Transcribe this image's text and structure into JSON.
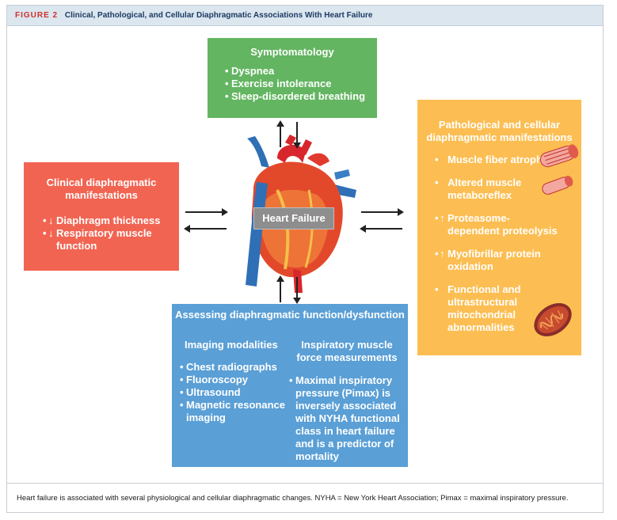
{
  "header": {
    "figure_label": "FIGURE 2",
    "title": "Clinical, Pathological, and Cellular Diaphragmatic Associations With Heart Failure"
  },
  "center": {
    "label": "Heart Failure"
  },
  "symptomatology": {
    "title": "Symptomatology",
    "items": [
      "Dyspnea",
      "Exercise intolerance",
      "Sleep-disordered breathing"
    ]
  },
  "clinical": {
    "title": "Clinical diaphragmatic manifestations",
    "items": [
      {
        "arrow": "↓",
        "text": "Diaphragm thickness"
      },
      {
        "arrow": "↓",
        "text": "Respiratory muscle function"
      }
    ]
  },
  "pathological": {
    "title": "Pathological and cellular diaphragmatic manifestations",
    "items": [
      {
        "arrow": "",
        "text": "Muscle fiber atrophy"
      },
      {
        "arrow": "",
        "text": "Altered muscle metaboreflex"
      },
      {
        "arrow": "↑",
        "text": "Proteasome-dependent proteolysis"
      },
      {
        "arrow": "↑",
        "text": "Myofibrillar protein oxidation"
      },
      {
        "arrow": "",
        "text": "Functional and ultrastructural mitochondrial abnormalities"
      }
    ]
  },
  "assessing": {
    "title": "Assessing diaphragmatic function/dysfunction",
    "imaging": {
      "title": "Imaging modalities",
      "items": [
        "Chest radiographs",
        "Fluoroscopy",
        "Ultrasound",
        "Magnetic resonance imaging"
      ]
    },
    "force": {
      "title": "Inspiratory muscle force measurements",
      "items": [
        "Maximal inspiratory pressure (Pimax) is inversely associated with NYHA functional class in heart failure and is a predictor of mortality"
      ]
    }
  },
  "caption": "Heart failure is associated with several physiological and cellular diaphragmatic changes. NYHA = New York Heart Association; Pimax = maximal inspiratory pressure.",
  "colors": {
    "symptomatology": "#63b561",
    "clinical": "#f26452",
    "pathological": "#fcbe52",
    "assessing": "#5a9fd6",
    "center_label": "#8e8e8e",
    "figure_label": "#d0302c",
    "title_text": "#1c3a63"
  }
}
